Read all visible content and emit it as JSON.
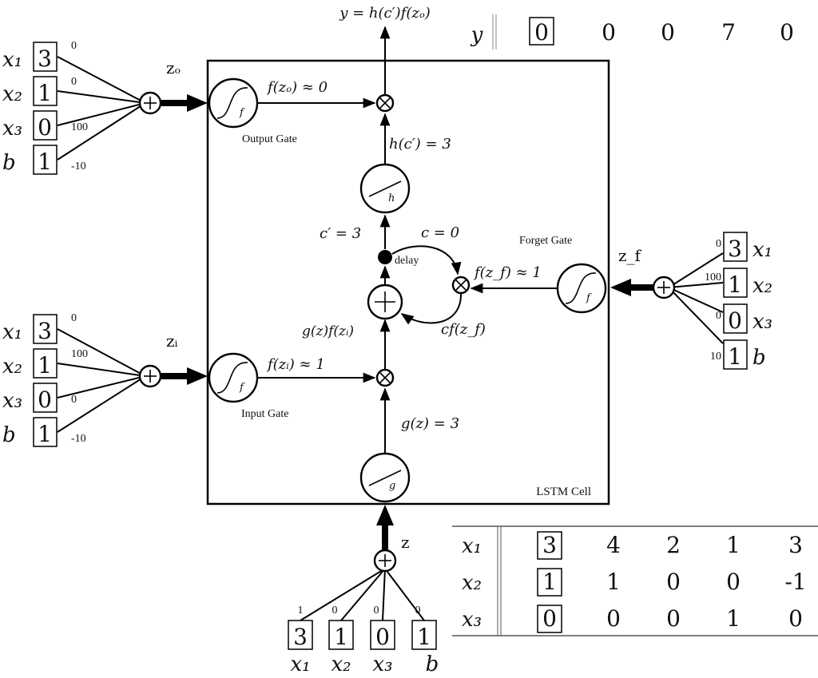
{
  "diagram": {
    "title": "LSTM Cell",
    "output_formula": "y = h(c′)f(zₒ)",
    "gates": {
      "output": {
        "label": "Output Gate",
        "input_label": "zₒ",
        "activation": "f",
        "value_label": "f(zₒ) ≈ 0",
        "inputs": [
          {
            "name": "x₁",
            "value": "3",
            "weight": "0"
          },
          {
            "name": "x₂",
            "value": "1",
            "weight": "0"
          },
          {
            "name": "x₃",
            "value": "0",
            "weight": "100"
          },
          {
            "name": "b",
            "value": "1",
            "weight": "-10"
          }
        ]
      },
      "input": {
        "label": "Input Gate",
        "input_label": "zᵢ",
        "activation": "f",
        "value_label": "f(zᵢ) ≈ 1",
        "inputs": [
          {
            "name": "x₁",
            "value": "3",
            "weight": "0"
          },
          {
            "name": "x₂",
            "value": "1",
            "weight": "100"
          },
          {
            "name": "x₃",
            "value": "0",
            "weight": "0"
          },
          {
            "name": "b",
            "value": "1",
            "weight": "-10"
          }
        ]
      },
      "forget": {
        "label": "Forget Gate",
        "input_label": "z_f",
        "activation": "f",
        "value_label": "f(z_f) ≈ 1",
        "inputs": [
          {
            "name": "x₁",
            "value": "3",
            "weight": "0"
          },
          {
            "name": "x₂",
            "value": "1",
            "weight": "100"
          },
          {
            "name": "x₃",
            "value": "0",
            "weight": "0"
          },
          {
            "name": "b",
            "value": "1",
            "weight": "10"
          }
        ]
      },
      "cell_input": {
        "input_label": "z",
        "activation": "g",
        "value_label": "g(z) = 3",
        "inputs": [
          {
            "name": "x₁",
            "value": "3",
            "weight": "1"
          },
          {
            "name": "x₂",
            "value": "1",
            "weight": "0"
          },
          {
            "name": "x₃",
            "value": "0",
            "weight": "0"
          },
          {
            "name": "b",
            "value": "1",
            "weight": "0"
          }
        ]
      }
    },
    "internal": {
      "h_activation": "h",
      "h_value": "h(c′) = 3",
      "c_new": "c′ = 3",
      "c_old": "c = 0",
      "delay": "delay",
      "gated_input": "g(z)f(zᵢ)",
      "forget_product": "cf(z_f)",
      "plus": "+",
      "times": "⊗"
    }
  },
  "output_table": {
    "row_label": "y",
    "values": [
      "0",
      "0",
      "0",
      "7",
      "0"
    ],
    "highlighted_index": 0
  },
  "input_table": {
    "rows": [
      {
        "label": "x₁",
        "values": [
          "3",
          "4",
          "2",
          "1",
          "3"
        ]
      },
      {
        "label": "x₂",
        "values": [
          "1",
          "1",
          "0",
          "0",
          "-1"
        ]
      },
      {
        "label": "x₃",
        "values": [
          "0",
          "0",
          "0",
          "1",
          "0"
        ]
      }
    ],
    "highlighted_index": 0
  }
}
